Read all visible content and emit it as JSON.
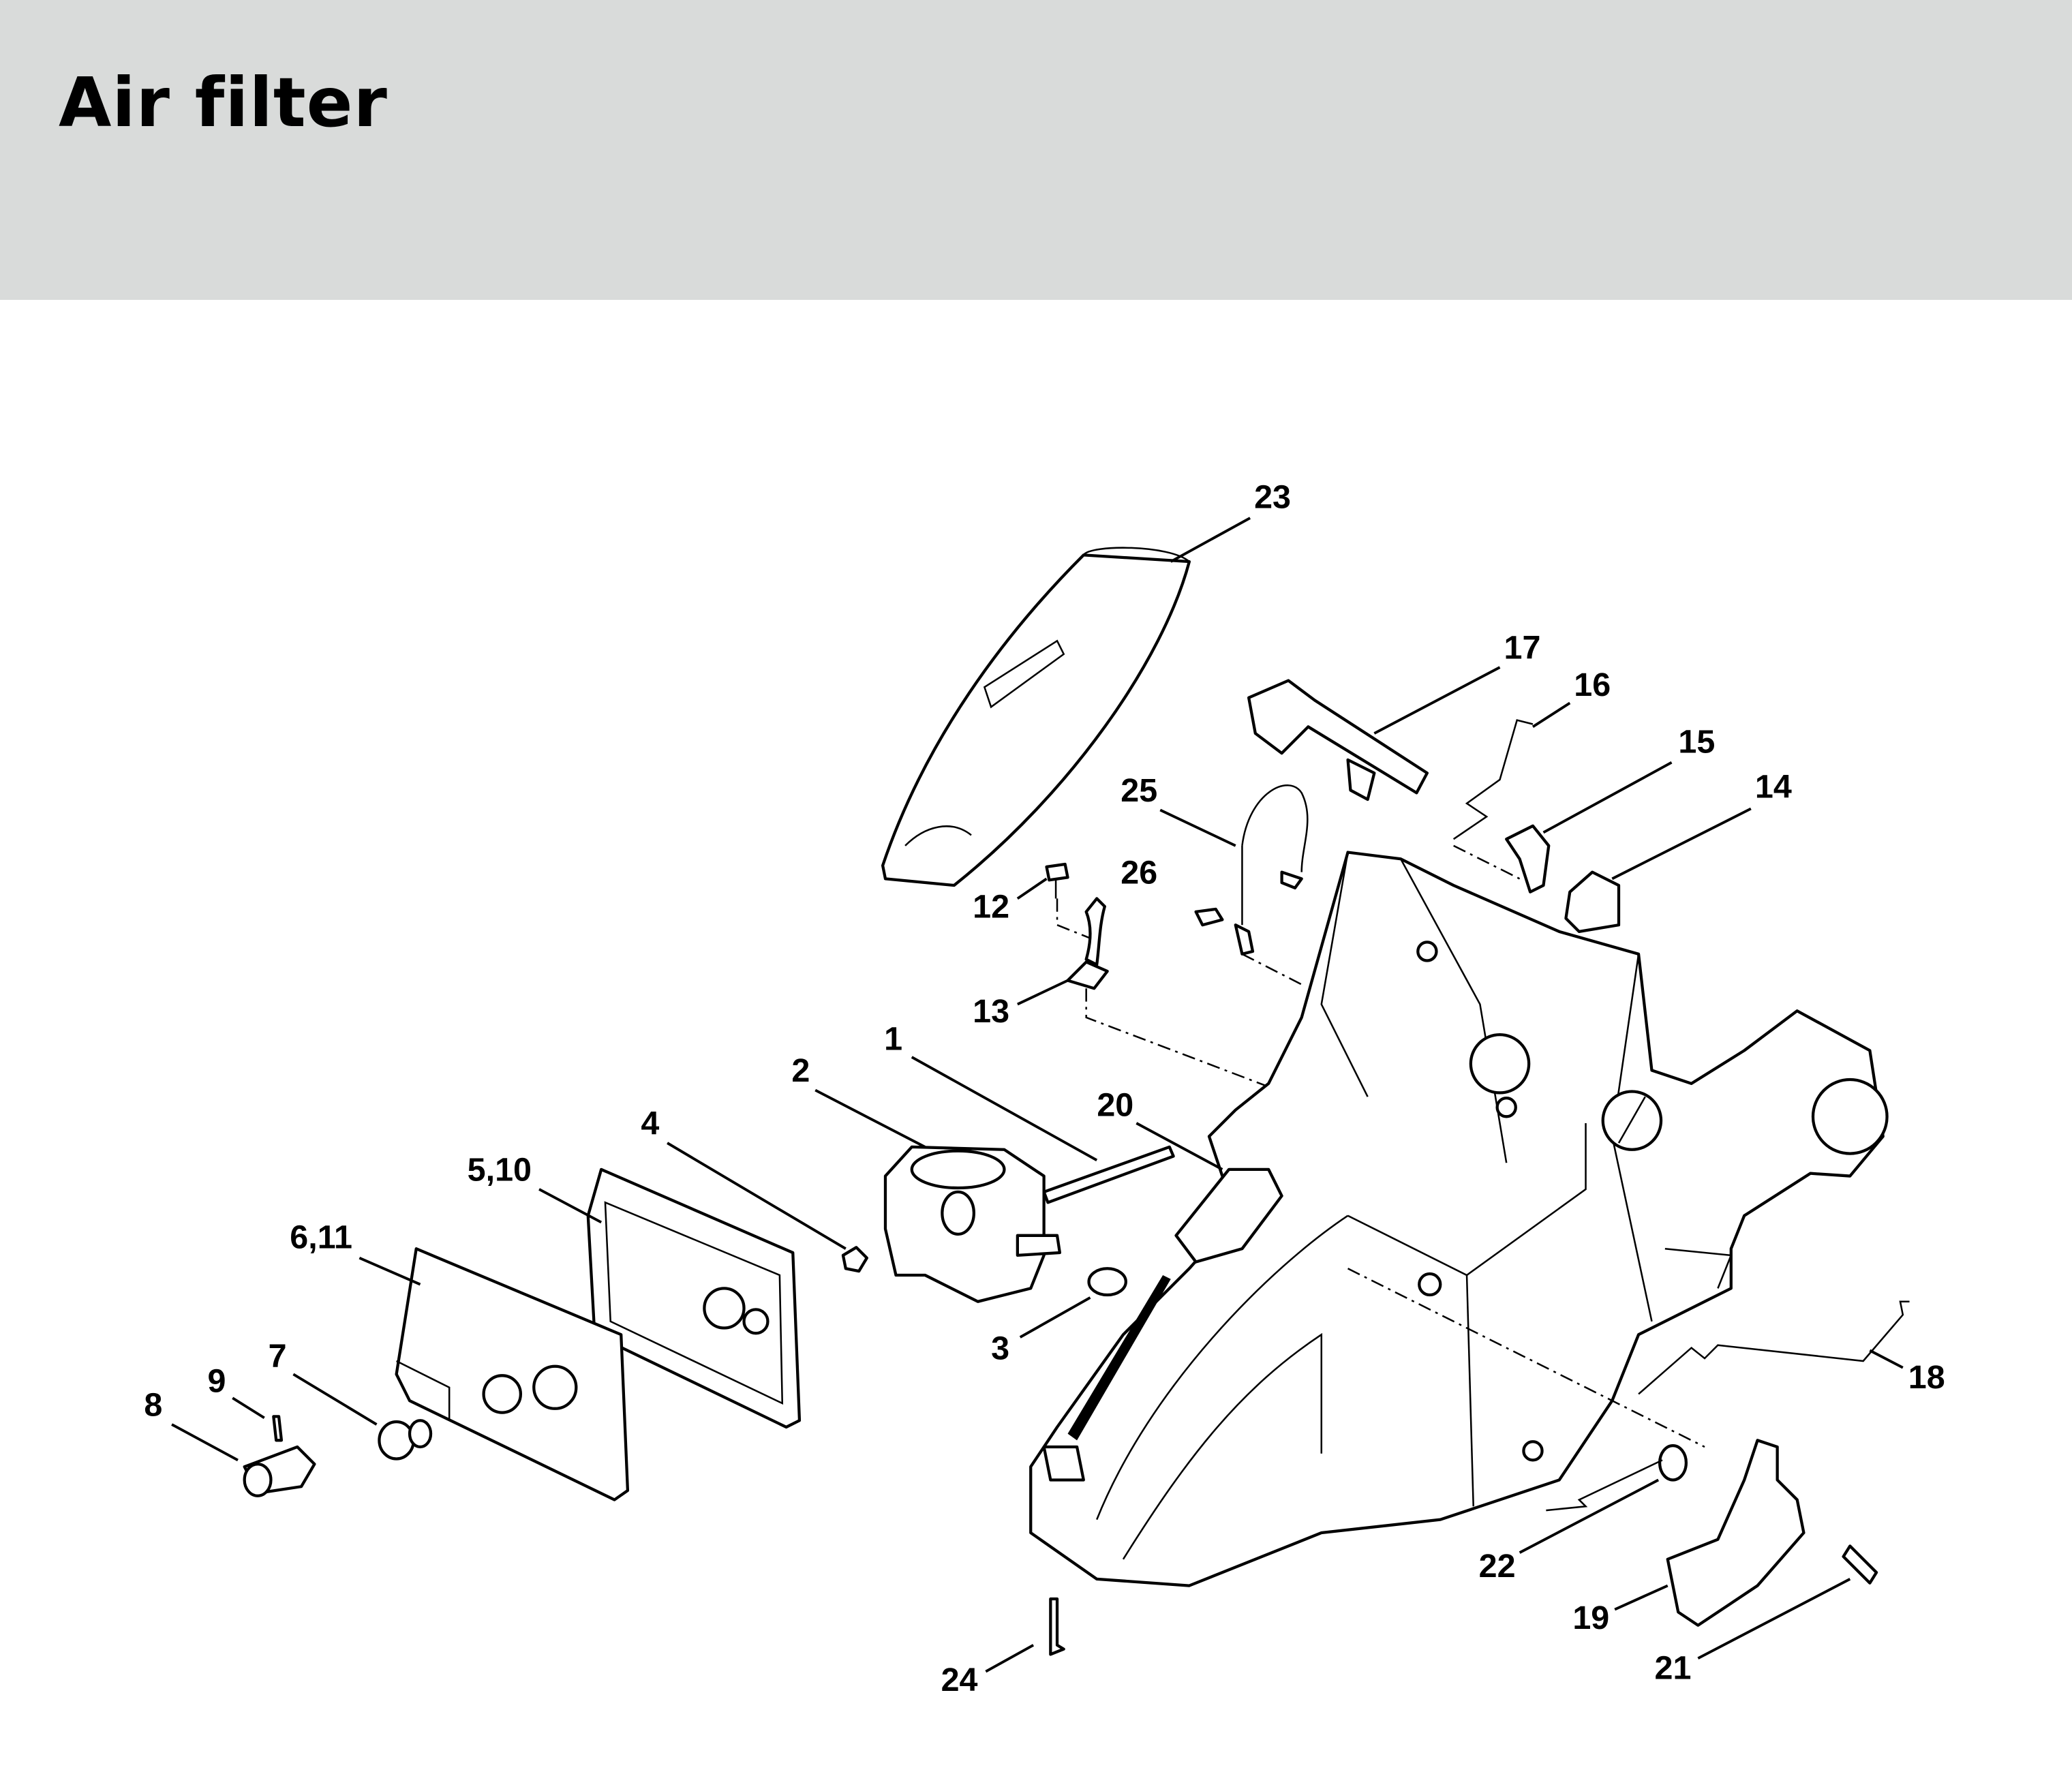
{
  "header": {
    "title": "Air filter"
  },
  "colors": {
    "header_bg": "#d9dbda",
    "ink": "#000000",
    "page_bg": "#ffffff"
  },
  "callouts": [
    {
      "label": "1"
    },
    {
      "label": "2"
    },
    {
      "label": "3"
    },
    {
      "label": "4"
    },
    {
      "label": "5,10"
    },
    {
      "label": "6,11"
    },
    {
      "label": "7"
    },
    {
      "label": "8"
    },
    {
      "label": "9"
    },
    {
      "label": "12"
    },
    {
      "label": "13"
    },
    {
      "label": "14"
    },
    {
      "label": "15"
    },
    {
      "label": "16"
    },
    {
      "label": "17"
    },
    {
      "label": "18"
    },
    {
      "label": "19"
    },
    {
      "label": "20"
    },
    {
      "label": "21"
    },
    {
      "label": "22"
    },
    {
      "label": "23"
    },
    {
      "label": "24"
    },
    {
      "label": "25"
    },
    {
      "label": "26"
    }
  ]
}
